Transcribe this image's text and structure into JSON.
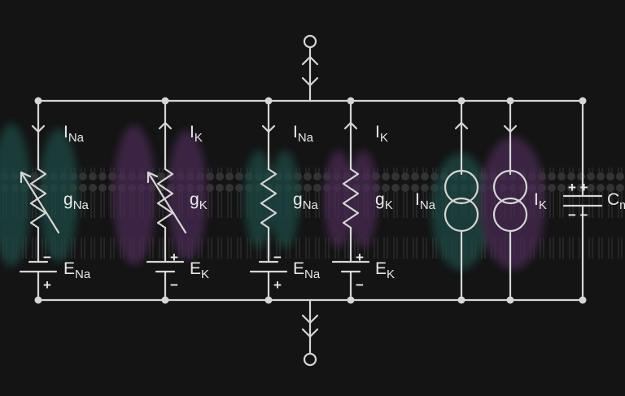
{
  "diagram": {
    "colors": {
      "background": "#141414",
      "wire": "#d6d6d6",
      "text": "#e8e8e8",
      "sodium_channel": "#1e4a44",
      "potassium_channel": "#4a2a52",
      "membrane": "#555555"
    },
    "branches": [
      {
        "current": "I",
        "current_sub": "Na",
        "conductance": "g",
        "conductance_sub": "Na",
        "battery": "E",
        "battery_sub": "Na",
        "top_sign": "−",
        "bottom_sign": "+"
      },
      {
        "current": "I",
        "current_sub": "K",
        "conductance": "g",
        "conductance_sub": "K",
        "battery": "E",
        "battery_sub": "K",
        "top_sign": "+",
        "bottom_sign": "−"
      },
      {
        "current": "I",
        "current_sub": "Na",
        "conductance": "g",
        "conductance_sub": "Na",
        "battery": "E",
        "battery_sub": "Na",
        "top_sign": "−",
        "bottom_sign": "+"
      },
      {
        "current": "I",
        "current_sub": "K",
        "conductance": "g",
        "conductance_sub": "K",
        "battery": "E",
        "battery_sub": "K",
        "top_sign": "+",
        "bottom_sign": "−"
      }
    ],
    "current_sources": [
      {
        "label": "I",
        "label_sub": "Na"
      },
      {
        "label": "I",
        "label_sub": "K"
      }
    ],
    "capacitor": {
      "label": "C",
      "label_sub": "m",
      "top_signs": "+ +",
      "bottom_signs": "− −"
    }
  }
}
